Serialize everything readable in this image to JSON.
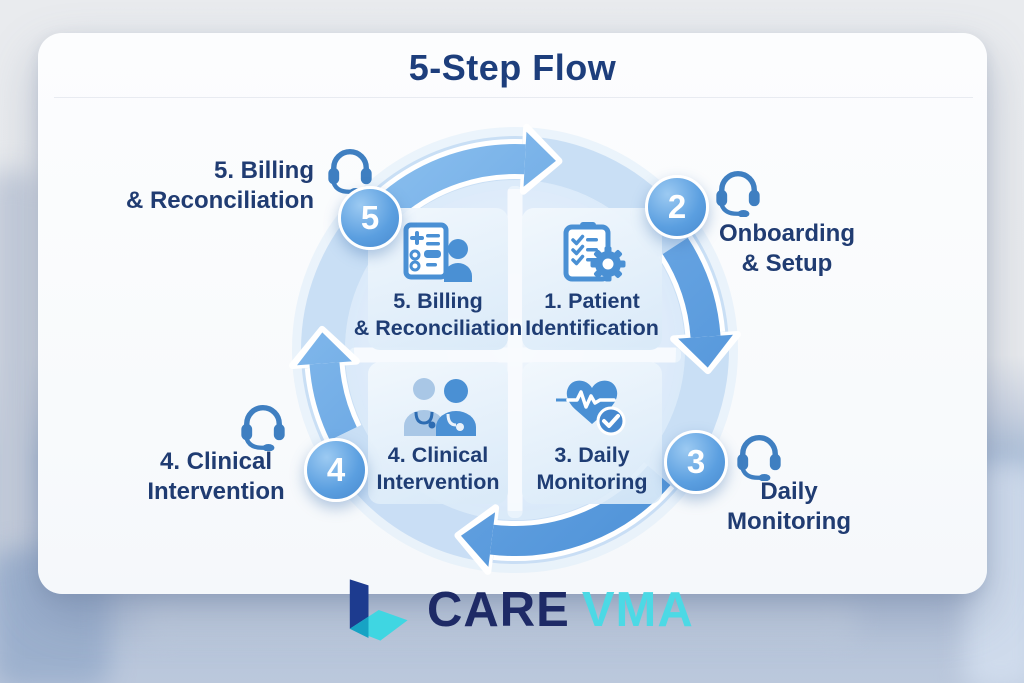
{
  "title": "5-Step Flow",
  "brand": {
    "primary": "CARE",
    "secondary": "VMA",
    "primary_color": "#1e2a66",
    "secondary_color": "#4cd9e5"
  },
  "colors": {
    "accent_blue": "#4a90d4",
    "navy_text": "#1f3d74",
    "arrow_blue": "#5f9cdd",
    "ring_blue": "#c3daf3",
    "badge_blue": "#4789cf"
  },
  "steps": [
    {
      "num": "1",
      "inner": {
        "line1": "1. Patient",
        "line2": "Identification"
      },
      "icon": "clipboard-checklist-gear-icon"
    },
    {
      "num": "2",
      "outer": {
        "line1": "Onboarding",
        "line2": "& Setup"
      },
      "icon": "headset-icon"
    },
    {
      "num": "3",
      "inner": {
        "line1": "3. Daily",
        "line2": "Monitoring"
      },
      "outer": {
        "line1": "Daily",
        "line2": "Monitoring"
      },
      "icon": "heart-pulse-check-icon"
    },
    {
      "num": "4",
      "inner": {
        "line1": "4. Clinical",
        "line2": "Intervention"
      },
      "outer": {
        "line1": "4. Clinical",
        "line2": "Intervention"
      },
      "icon": "doctors-icon"
    },
    {
      "num": "5",
      "inner": {
        "line1": "5. Billing",
        "line2": "& Reconciliation"
      },
      "outer": {
        "line1": "5. Billing",
        "line2": "& Reconciliation"
      },
      "icon": "billing-document-person-icon"
    }
  ]
}
